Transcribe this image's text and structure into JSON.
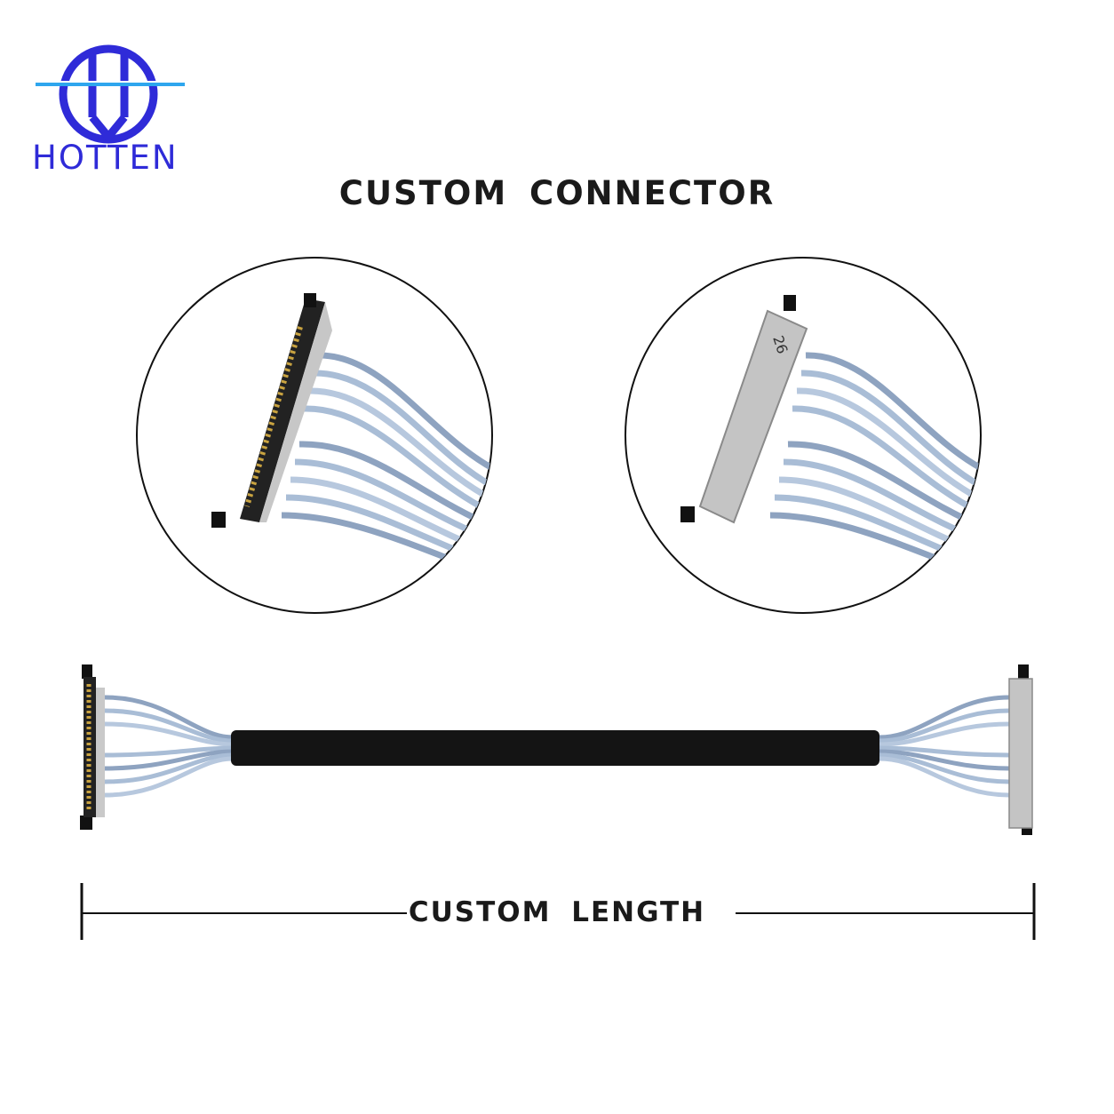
{
  "brand": {
    "name": "HOTTEN",
    "logo_icon": "hotten-logo-icon",
    "color": "#2f2bd8",
    "accent_line_color": "#2ea6ee"
  },
  "headline": "CUSTOM CONNECTOR",
  "dimension_label": "CUSTOM LENGTH",
  "connector_back": {
    "pin_marking": "26"
  },
  "colors": {
    "wire": "#a9bdd6",
    "wire_dark": "#7e93b0",
    "sleeve": "#141414",
    "connector_metal": "#c9c9c9",
    "gold_pins": "#c9a340",
    "text": "#1a1a1a"
  }
}
